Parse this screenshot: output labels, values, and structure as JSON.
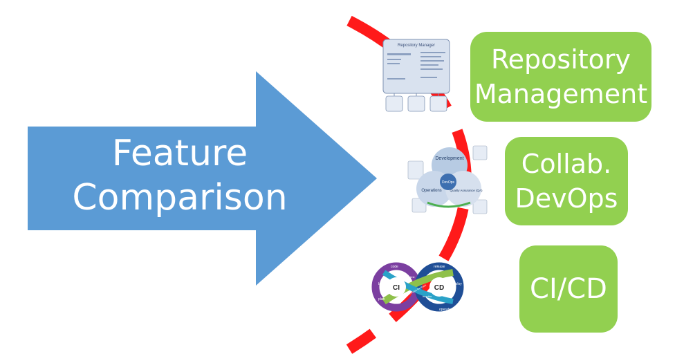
{
  "arrow": {
    "line1": "Feature",
    "line2": "Comparison",
    "color": "#5b9bd5"
  },
  "arc_color": "#ff0000",
  "box_color": "#92d050",
  "boxes": [
    {
      "line1": "Repository",
      "line2": "Management"
    },
    {
      "line1": "Collab.",
      "line2": "DevOps"
    },
    {
      "line1": "CI/CD"
    }
  ],
  "thumbnails": {
    "repository": {
      "title": "Repository Manager"
    },
    "devops": {
      "development": "Development",
      "operations": "Operations",
      "qa": "Quality Assurance (QA)",
      "center": "DevOps"
    },
    "cicd": {
      "ci": "CI",
      "cd": "CD",
      "code": "code",
      "build": "build",
      "plan": "plan",
      "release": "release",
      "deploy": "deploy",
      "operate": "operate",
      "monitor": "monitor",
      "test": "test",
      "continuous": "continuous feedback"
    }
  }
}
